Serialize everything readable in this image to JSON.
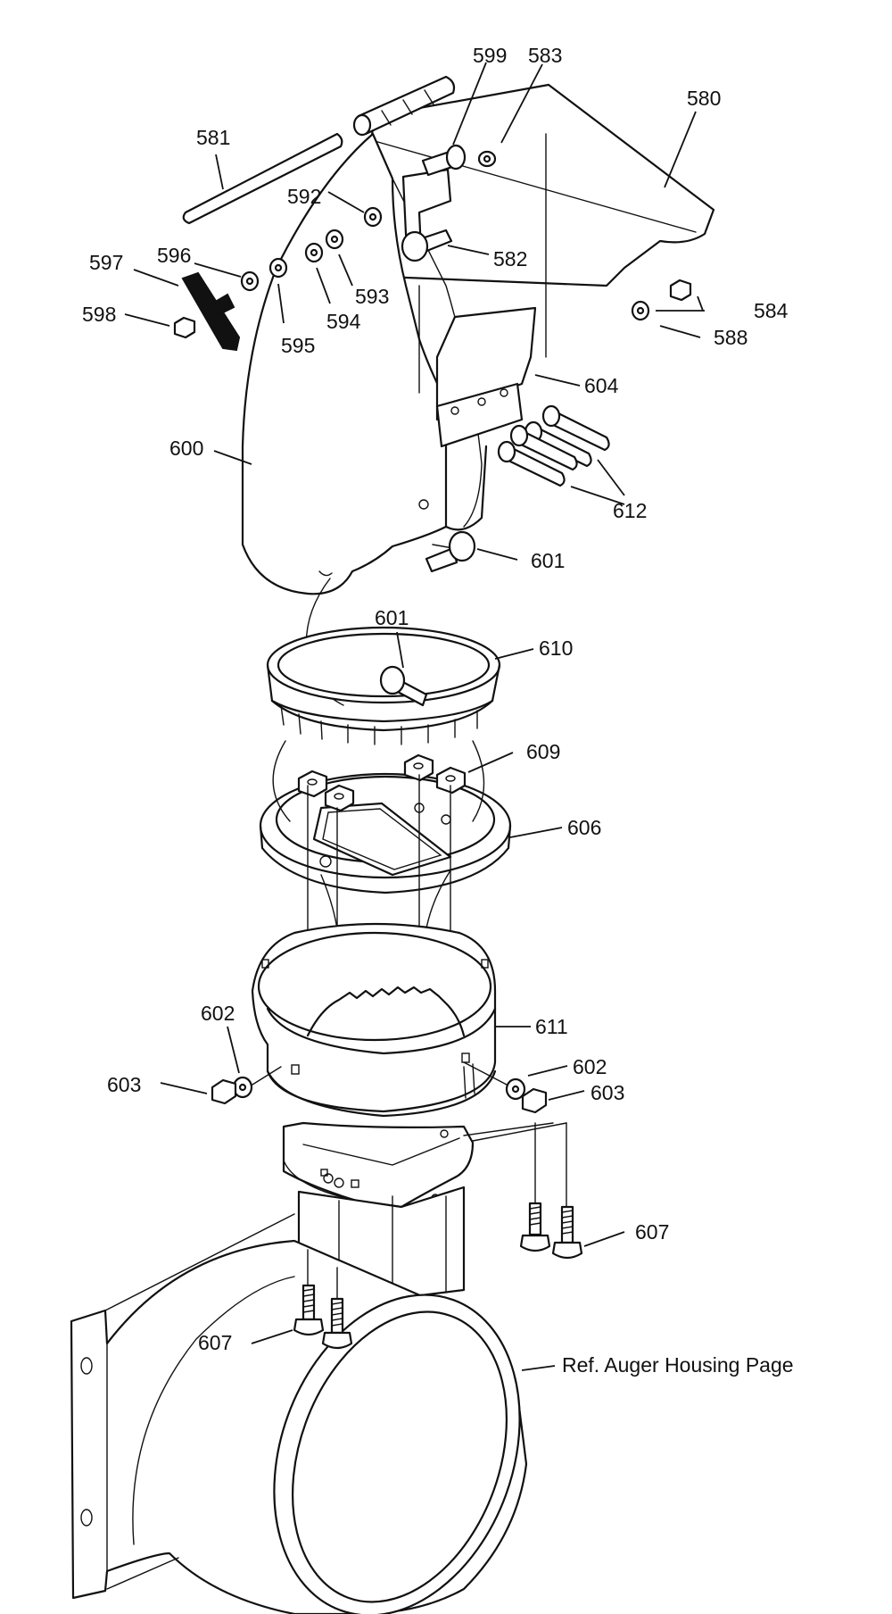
{
  "labels": {
    "p580": "580",
    "p581": "581",
    "p582": "582",
    "p583": "583",
    "p584": "584",
    "p588": "588",
    "p592": "592",
    "p593": "593",
    "p594": "594",
    "p595": "595",
    "p596": "596",
    "p597": "597",
    "p598": "598",
    "p599": "599",
    "p600": "600",
    "p601a": "601",
    "p601b": "601",
    "p602a": "602",
    "p602b": "602",
    "p603a": "603",
    "p603b": "603",
    "p604": "604",
    "p606": "606",
    "p607a": "607",
    "p607b": "607",
    "p609": "609",
    "p610": "610",
    "p611": "611",
    "p612": "612"
  },
  "reference_note": "Ref. Auger Housing Page"
}
